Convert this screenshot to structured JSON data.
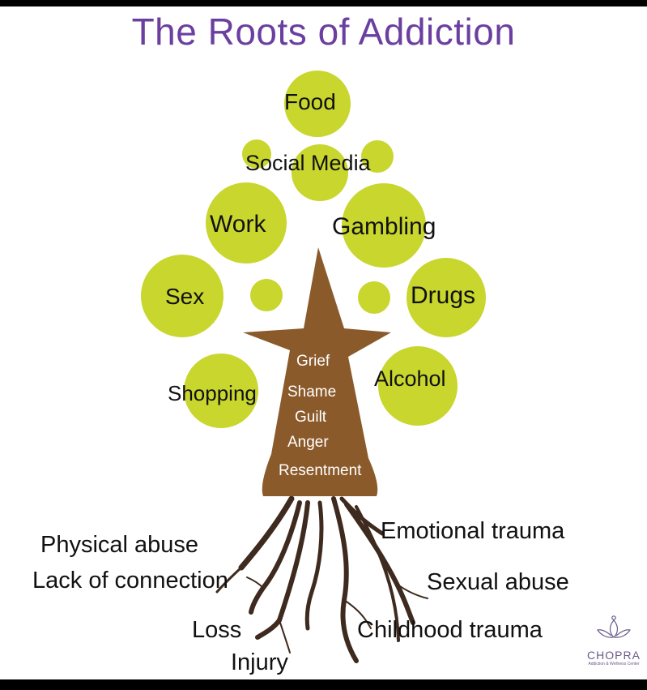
{
  "title": "The Roots of Addiction",
  "colors": {
    "title": "#6b3fa0",
    "leaf": "#c8d62e",
    "trunk": "#8b5a2b",
    "root": "#3e2a1e",
    "trunk_text": "#ffffff",
    "logo": "#6a5a8a"
  },
  "branches": [
    "Food",
    "Social Media",
    "Work",
    "Gambling",
    "Sex",
    "Drugs",
    "Shopping",
    "Alcohol"
  ],
  "trunk_emotions": [
    "Grief",
    "Shame",
    "Guilt",
    "Anger",
    "Resentment"
  ],
  "roots": [
    "Emotional trauma",
    "Physical abuse",
    "Lack of connection",
    "Sexual abuse",
    "Loss",
    "Childhood trauma",
    "Injury"
  ],
  "logo": {
    "icon": "lotus-icon",
    "name": "CHOPRA",
    "tagline": "Addiction & Wellness Center"
  }
}
